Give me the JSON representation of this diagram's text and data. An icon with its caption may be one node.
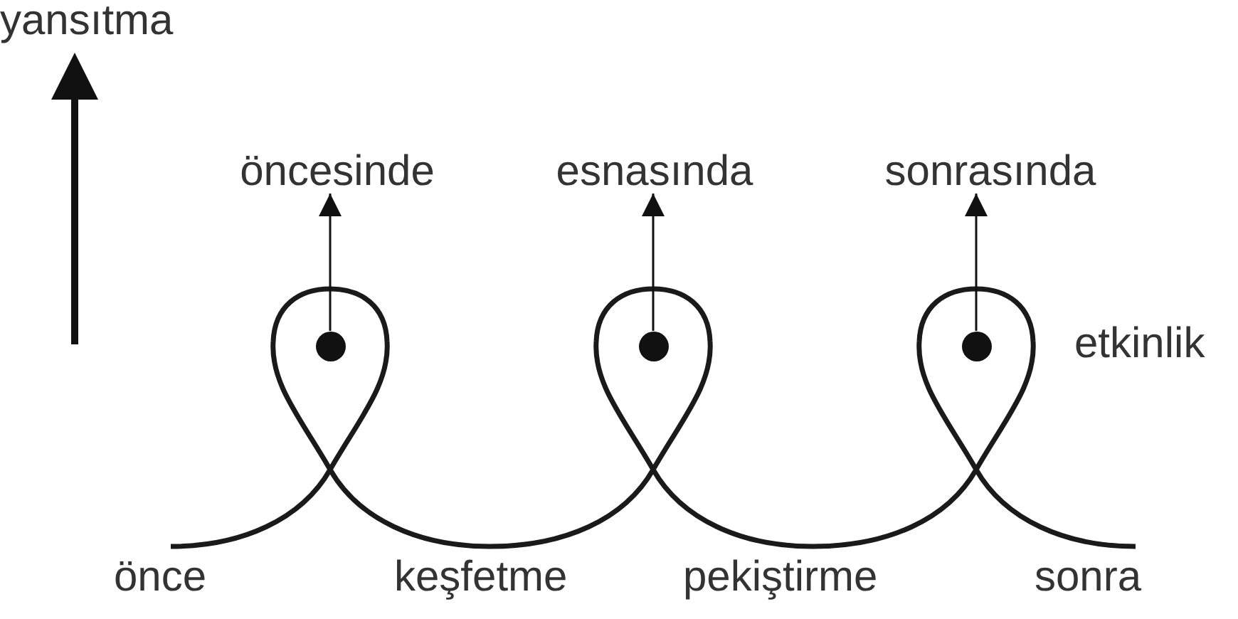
{
  "diagram": {
    "nodes": [
      {
        "text": [
          "öncesinde"
        ]
      },
      {
        "text": [
          "esnasında"
        ]
      },
      {
        "text": [
          "sonrasında"
        ]
      },
      {
        "text": [],
        "shape": "circle"
      },
      {
        "text": [],
        "shape": "circle"
      },
      {
        "text": [],
        "shape": "circle"
      }
    ],
    "edges": [
      {
        "from": 3,
        "to": 0,
        "arrow": "to"
      },
      {
        "from": 4,
        "to": 1,
        "arrow": "to"
      },
      {
        "from": 5,
        "to": 2,
        "arrow": "to"
      }
    ],
    "labels": [
      "yansıtma",
      "etkinlik",
      "önce",
      "keşfetme",
      "pekiştirme",
      "sonra"
    ]
  }
}
